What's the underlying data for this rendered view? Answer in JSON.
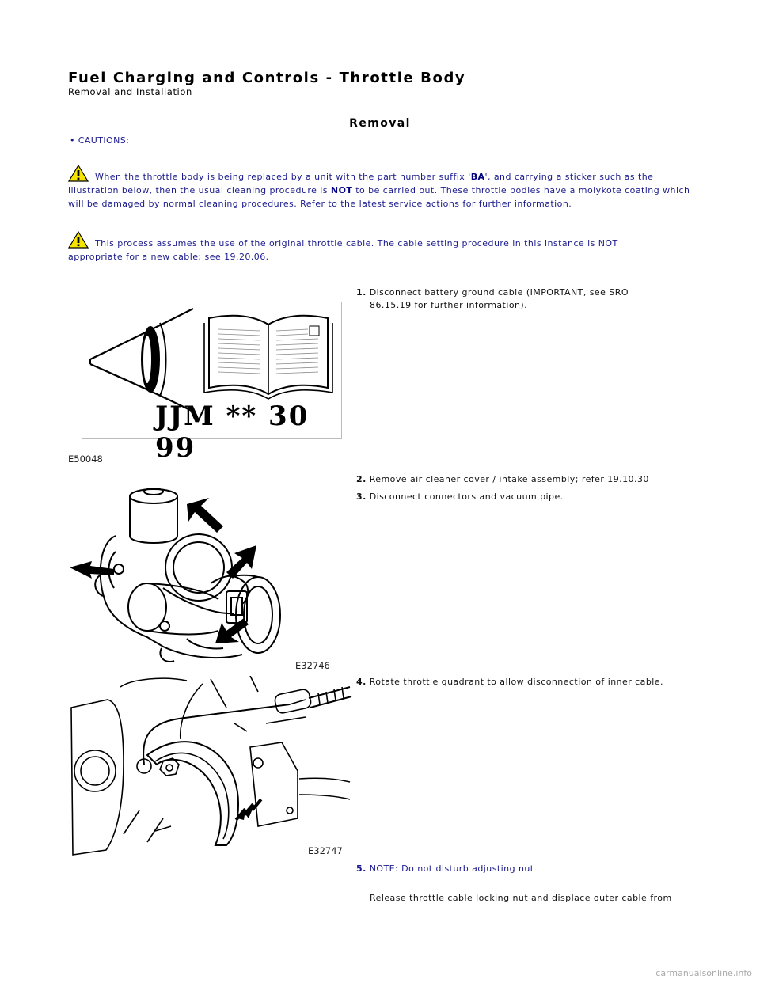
{
  "header": {
    "title": "Fuel Charging and Controls - Throttle Body",
    "subtitle": "Removal and Installation"
  },
  "section_heading": "Removal",
  "cautions_label": "• CAUTIONS:",
  "caution1": {
    "pre": "When the throttle body is being replaced by a unit with the part number suffix '",
    "code": "BA",
    "mid": "', and carrying a sticker such as the illustration below, then the usual cleaning procedure is ",
    "emph": "NOT",
    "post": " to be carried out. These throttle bodies have a molykote coating which will be damaged by normal cleaning procedures. Refer to the latest service actions for further information."
  },
  "caution2": "This process assumes the use of the original throttle cable. The cable setting procedure in this instance is NOT appropriate for a new cable; see 19.20.06.",
  "steps": [
    {
      "num": "1.",
      "text": "Disconnect battery ground cable (IMPORTANT, see SRO",
      "text2": "86.15.19 for further information)."
    },
    {
      "num": "2.",
      "text": "Remove air cleaner cover / intake assembly; refer 19.10.30"
    },
    {
      "num": "3.",
      "text": "Disconnect connectors and vacuum pipe."
    },
    {
      "num": "4.",
      "text": "Rotate throttle quadrant to allow disconnection of inner cable."
    },
    {
      "num": "5.",
      "text": "NOTE: Do not disturb adjusting nut"
    }
  ],
  "step5_body": "Release throttle cable locking nut and displace outer cable from",
  "figures": {
    "fig1_code": "JJM ** 30 99",
    "fig1_label": "E50048",
    "fig2_label": "E32746",
    "fig3_label": "E32747"
  },
  "footer": "carmanualsonline.info",
  "colors": {
    "caution_text": "#1a1a8c",
    "warn_fill": "#f5e400"
  }
}
